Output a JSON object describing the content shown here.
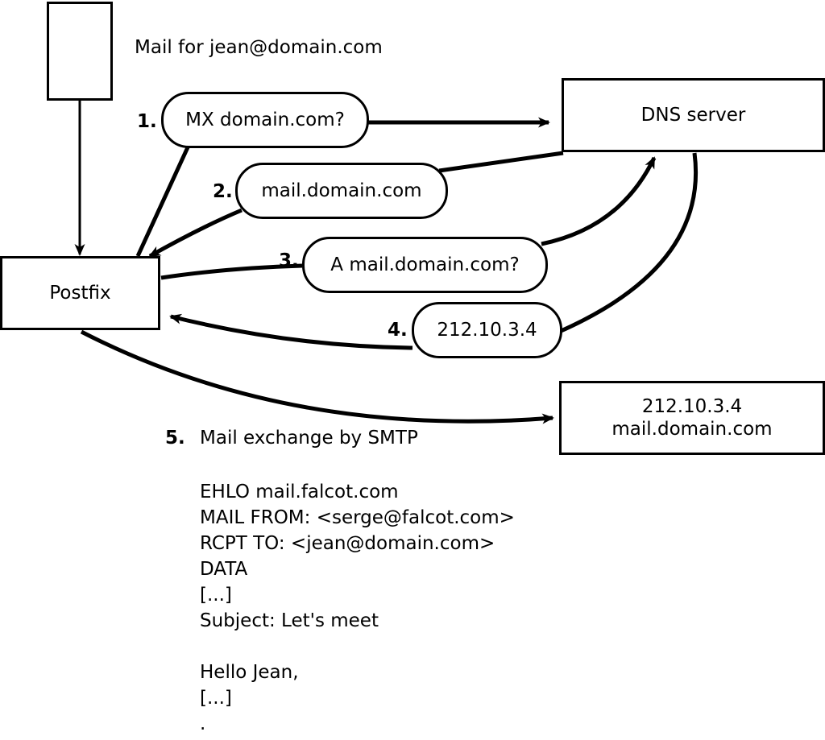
{
  "diagram": {
    "title_caption": "Mail for jean@domain.com",
    "nodes": {
      "client": {
        "label": ""
      },
      "postfix": {
        "label": "Postfix"
      },
      "dns": {
        "label": "DNS server"
      },
      "mailserver_line1": "212.10.3.4",
      "mailserver_line2": "mail.domain.com"
    },
    "messages": [
      {
        "step": "1.",
        "text": "MX domain.com?"
      },
      {
        "step": "2.",
        "text": "mail.domain.com"
      },
      {
        "step": "3.",
        "text": "A mail.domain.com?"
      },
      {
        "step": "4.",
        "text": "212.10.3.4"
      }
    ],
    "step5": {
      "step": "5.",
      "text": "Mail exchange by SMTP"
    },
    "smtp_transcript": [
      "EHLO mail.falcot.com",
      "MAIL FROM: <serge@falcot.com>",
      "RCPT TO: <jean@domain.com>",
      "DATA",
      "[...]",
      "Subject: Let's meet",
      "",
      "Hello Jean,",
      "[...]",
      "."
    ],
    "colors": {
      "stroke": "#000000",
      "fill": "#ffffff"
    }
  }
}
